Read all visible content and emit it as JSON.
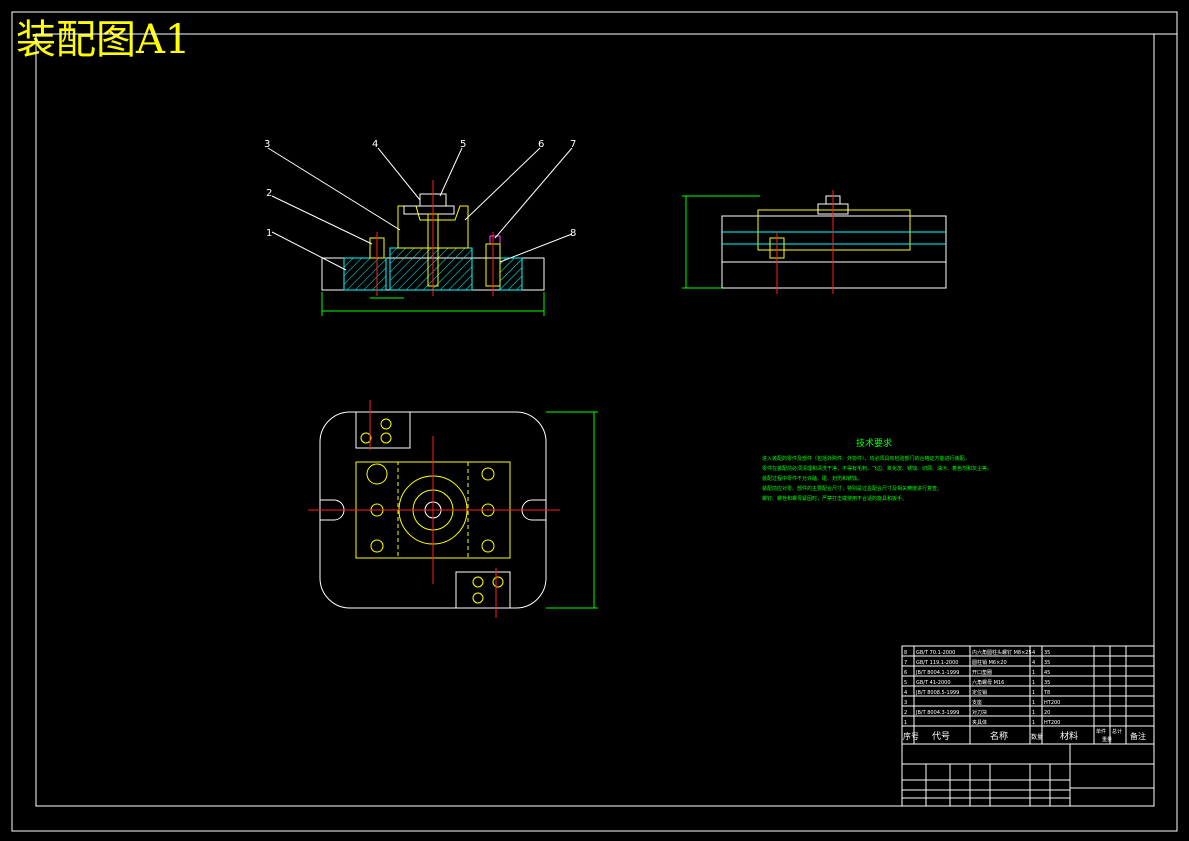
{
  "sheet": {
    "title": "装配图A1"
  },
  "balloons": [
    {
      "label": "1"
    },
    {
      "label": "2"
    },
    {
      "label": "3"
    },
    {
      "label": "4"
    },
    {
      "label": "5"
    },
    {
      "label": "6"
    },
    {
      "label": "7"
    },
    {
      "label": "8"
    }
  ],
  "tech_requirements": {
    "heading": "技术要求",
    "lines": [
      "进入装配的零件及部件（包括外购件、外协件），均必须具有检验部门的合格证方能进行装配。",
      "零件在装配前必须清理和清洗干净，不得有毛刺、飞边、氧化皮、锈蚀、切屑、油污、着色剂和灰尘等。",
      "装配过程中零件不允许磕、碰、划伤和锈蚀。",
      "装配前应对零、部件的主要配合尺寸，特别是过盈配合尺寸及相关精度进行复查。",
      "螺钉、螺栓和螺母紧固时，严禁打击或使用不合适的旋具和扳手。"
    ]
  },
  "title_block": {
    "headers": {
      "no": "序号",
      "code": "代号",
      "name": "名称",
      "qty": "数量",
      "material": "材料",
      "unit_weight": "单件",
      "total_weight": "总计",
      "weight": "重量",
      "remark": "备注"
    },
    "rows": [
      {
        "no": "8",
        "code": "GB/T 70.1-2000",
        "name": "内六角圆柱头螺钉 M8×25",
        "qty": "4",
        "material": "35",
        "remark": ""
      },
      {
        "no": "7",
        "code": "GB/T 119.1-2000",
        "name": "圆柱销 M6×20",
        "qty": "4",
        "material": "35",
        "remark": ""
      },
      {
        "no": "6",
        "code": "JB/T 8004.1-1999",
        "name": "开口垫圈",
        "qty": "1",
        "material": "45",
        "remark": ""
      },
      {
        "no": "5",
        "code": "GB/T 41-2000",
        "name": "六角螺母 M16",
        "qty": "1",
        "material": "35",
        "remark": ""
      },
      {
        "no": "4",
        "code": "JB/T 8008.5-1999",
        "name": "定位销",
        "qty": "1",
        "material": "T8",
        "remark": ""
      },
      {
        "no": "3",
        "code": "",
        "name": "支座",
        "qty": "1",
        "material": "HT200",
        "remark": ""
      },
      {
        "no": "2",
        "code": "JB/T 8004.3-1999",
        "name": "对刀块",
        "qty": "1",
        "material": "20",
        "remark": ""
      },
      {
        "no": "1",
        "code": "",
        "name": "夹具体",
        "qty": "1",
        "material": "HT200",
        "remark": ""
      }
    ]
  },
  "colors": {
    "background": "#000000",
    "outline": "#ffffff",
    "centerline": "#ff2020",
    "detail": "#ffff00",
    "section": "#00ffff",
    "annotation": "#00ff00"
  }
}
